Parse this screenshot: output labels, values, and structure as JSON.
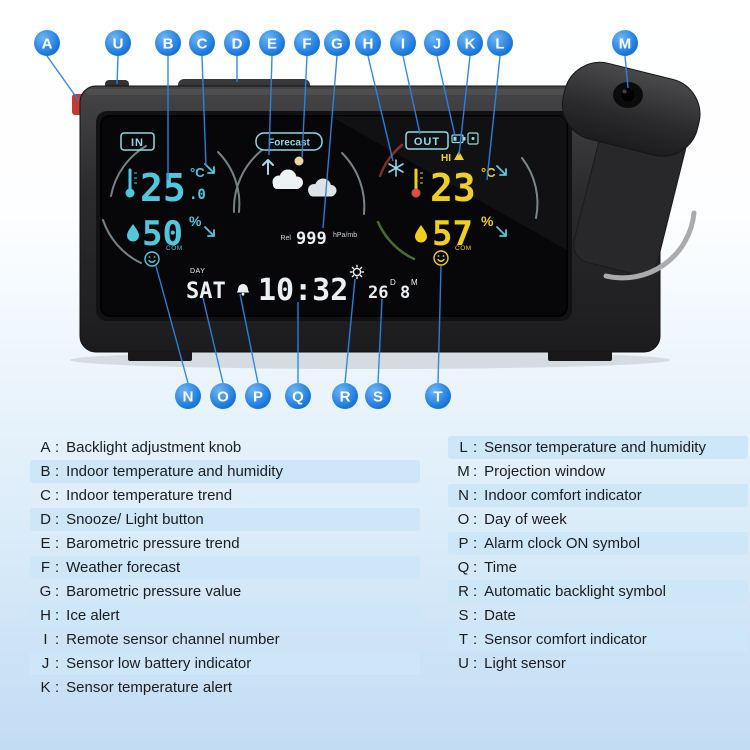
{
  "callouts": {
    "top": [
      "A",
      "U",
      "B",
      "C",
      "D",
      "E",
      "F",
      "G",
      "H",
      "I",
      "J",
      "K",
      "L",
      "M"
    ],
    "bottom": [
      "N",
      "O",
      "P",
      "Q",
      "R",
      "S",
      "T"
    ]
  },
  "device": {
    "display": {
      "indoor": {
        "label": "IN",
        "temp": "25",
        "temp_dec": ".0",
        "temp_unit": "°C",
        "humidity": "50",
        "humidity_unit": "%",
        "com": "COM"
      },
      "forecast": {
        "label": "Forecast",
        "pressure": "999",
        "pressure_unit": "hPa/mb",
        "rel": "Rel"
      },
      "outdoor": {
        "label": "OUT",
        "alert": "HI",
        "temp": "23",
        "temp_unit": "°C",
        "humidity": "57",
        "humidity_unit": "%",
        "com": "COM"
      },
      "status_bar": {
        "day_label": "DAY",
        "weekday": "SAT",
        "time": "10:32",
        "date_day": "26",
        "date_day_unit": "D",
        "date_month": "8",
        "date_month_unit": "M"
      }
    }
  },
  "legend": {
    "separator": ":",
    "left": [
      {
        "key": "A",
        "label": "Backlight adjustment knob"
      },
      {
        "key": "B",
        "label": "Indoor temperature and humidity"
      },
      {
        "key": "C",
        "label": "Indoor temperature trend"
      },
      {
        "key": "D",
        "label": "Snooze/ Light button"
      },
      {
        "key": "E",
        "label": "Barometric pressure trend"
      },
      {
        "key": "F",
        "label": "Weather forecast"
      },
      {
        "key": "G",
        "label": "Barometric pressure value"
      },
      {
        "key": "H",
        "label": "Ice alert"
      },
      {
        "key": "I",
        "label": "Remote sensor channel number"
      },
      {
        "key": "J",
        "label": "Sensor low battery indicator"
      },
      {
        "key": "K",
        "label": "Sensor temperature alert"
      }
    ],
    "right": [
      {
        "key": "L",
        "label": "Sensor temperature and humidity"
      },
      {
        "key": "M",
        "label": "Projection window"
      },
      {
        "key": "N",
        "label": "Indoor comfort indicator"
      },
      {
        "key": "O",
        "label": "Day of week"
      },
      {
        "key": "P",
        "label": "Alarm clock ON symbol"
      },
      {
        "key": "Q",
        "label": "Time"
      },
      {
        "key": "R",
        "label": "Automatic backlight symbol"
      },
      {
        "key": "S",
        "label": "Date"
      },
      {
        "key": "T",
        "label": "Sensor comfort indicator"
      },
      {
        "key": "U",
        "label": "Light sensor"
      }
    ]
  },
  "colors": {
    "callout_blue": "#1f7fe0",
    "lcd_cyan": "#4fc8dd",
    "lcd_yellow": "#f0ce1e",
    "lcd_white": "#e9eff2",
    "legend_highlight": "#cde6f8",
    "alert_red": "#d95043",
    "comfort_green": "#7cc24a"
  }
}
